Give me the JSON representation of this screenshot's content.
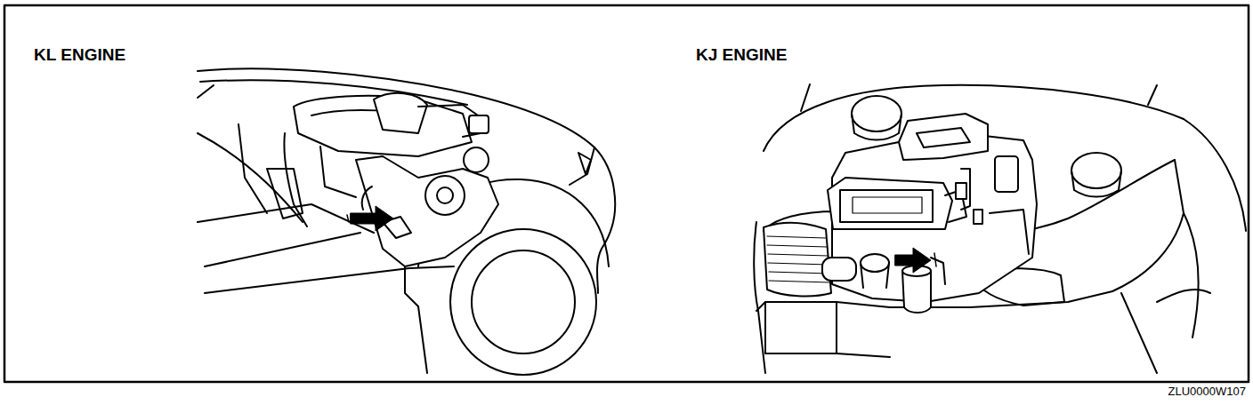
{
  "diagram": {
    "labels": [
      "KL ENGINE",
      "KJ ENGINE",
      "ZLU0000W107"
    ]
  }
}
